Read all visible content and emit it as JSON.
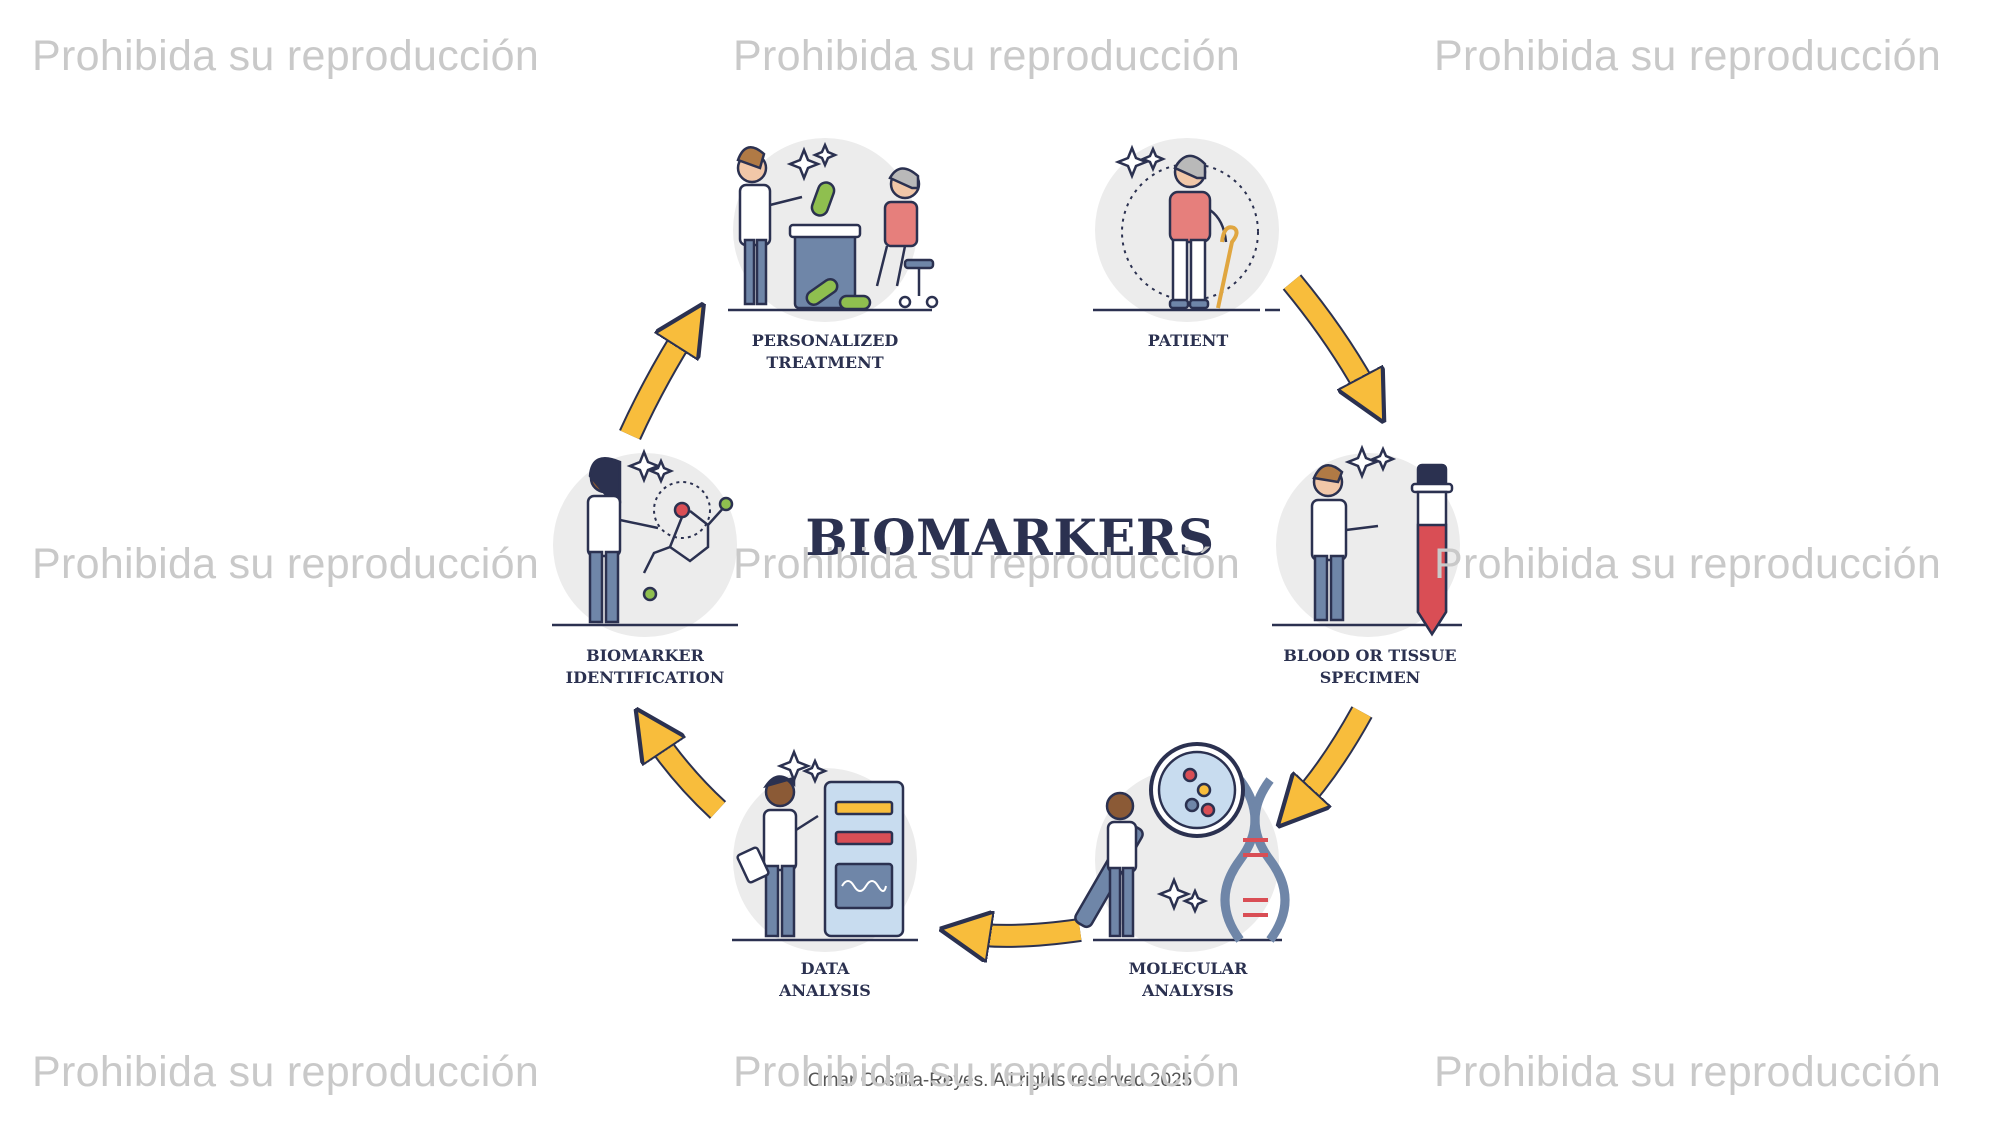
{
  "title": "BIOMARKERS",
  "stages": [
    {
      "line1": "PERSONALIZED",
      "line2": "TREATMENT",
      "icon": "personalized-treatment-icon"
    },
    {
      "line1": "PATIENT",
      "line2": "",
      "icon": "patient-icon"
    },
    {
      "line1": "BLOOD OR TISSUE",
      "line2": "SPECIMEN",
      "icon": "specimen-tube-icon"
    },
    {
      "line1": "MOLECULAR",
      "line2": "ANALYSIS",
      "icon": "magnifier-dna-icon"
    },
    {
      "line1": "DATA",
      "line2": "ANALYSIS",
      "icon": "data-server-icon"
    },
    {
      "line1": "BIOMARKER",
      "line2": "IDENTIFICATION",
      "icon": "molecule-icon"
    }
  ],
  "credit": "Omar Costilla-Reyes. All rights reserved 2025",
  "watermark": "Prohibida su reproducción",
  "colors": {
    "arrow": "#f8bd3c",
    "outline": "#2b3150",
    "circle": "#ececec",
    "skin_light": "#f1c7a8",
    "coat": "#ffffff",
    "pants": "#6f86a8",
    "pink": "#e67f7c",
    "green": "#8fbf4f",
    "red": "#d94e55",
    "blue_light": "#c8dcef"
  }
}
